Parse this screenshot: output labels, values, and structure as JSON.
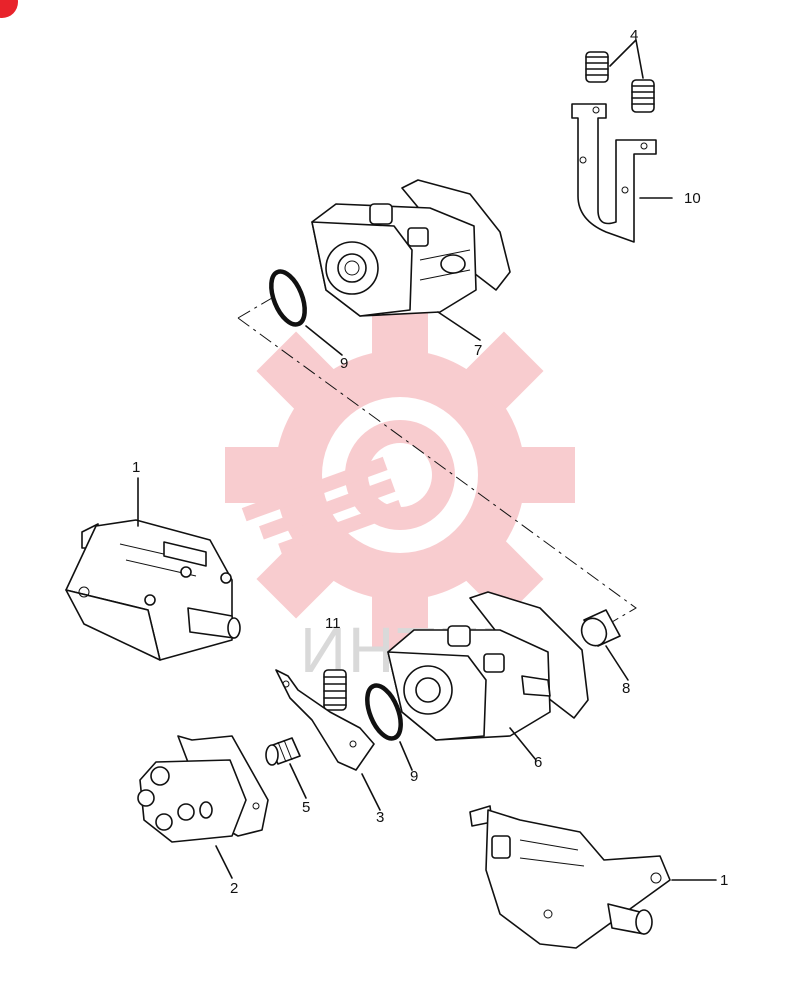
{
  "callouts": {
    "c1a": "1",
    "c1b": "1",
    "c2": "2",
    "c3": "3",
    "c4": "4",
    "c5": "5",
    "c6": "6",
    "c7": "7",
    "c8": "8",
    "c9a": "9",
    "c9b": "9",
    "c10": "10",
    "c11": "11"
  },
  "watermark": {
    "text": "ИНТЕХ",
    "color": "#f4a3a8"
  },
  "colors": {
    "line": "#111111",
    "background": "#ffffff",
    "corner_badge": "#e8232b"
  }
}
